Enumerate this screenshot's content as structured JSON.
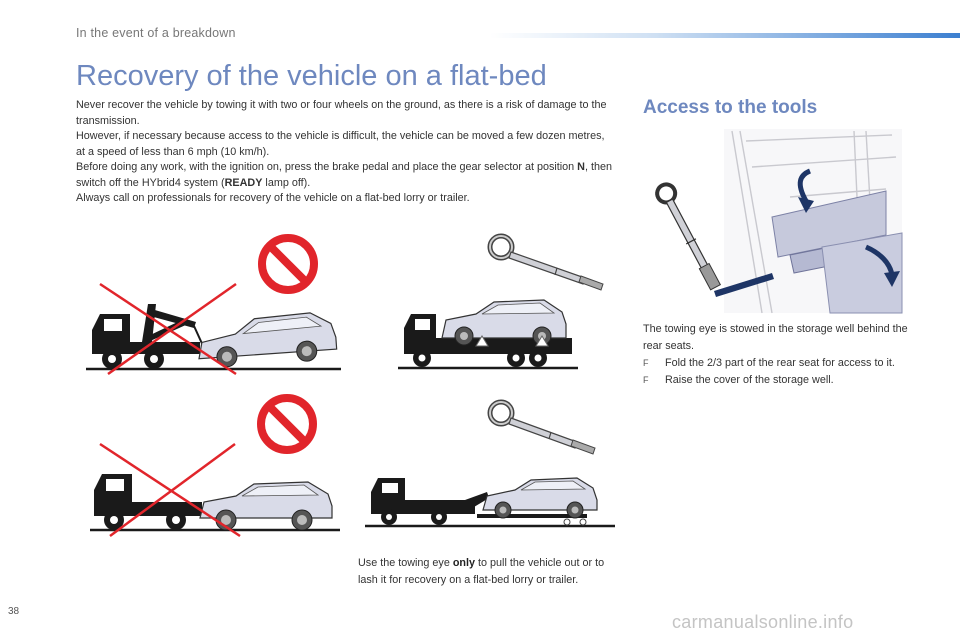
{
  "header": {
    "section": "In the event of a breakdown"
  },
  "title": "Recovery of the vehicle on a flat-bed",
  "intro": {
    "p1": "Never recover the vehicle by towing it with two or four wheels on the ground, as there is a risk of damage to the transmission.",
    "p2": "However, if necessary because access to the vehicle is difficult, the vehicle can be moved a few dozen metres, at a speed of less than 6 mph (10 km/h).",
    "p3_before": "Before doing any work, with the ignition on, press the brake pedal and place the gear selector at position ",
    "p3_gear": "N",
    "p3_middle": ", then switch off the HYbrid4 system (",
    "p3_ready": "READY",
    "p3_after": " lamp off).",
    "p4": "Always call on professionals for recovery of the vehicle on a flat-bed lorry or trailer."
  },
  "caption": {
    "before": "Use the towing eye ",
    "bold": "only",
    "after": " to pull the vehicle out or to lash it for recovery on a flat-bed lorry or trailer."
  },
  "tools": {
    "heading": "Access to the tools",
    "intro": "The towing eye is stowed in the storage well behind the rear seats.",
    "bullet_mark": "F",
    "bullets": [
      "Fold the 2/3 part of the rear seat for access to it.",
      "Raise the cover of the storage well."
    ]
  },
  "page_number": "38",
  "watermark": "carmanualsonline.info",
  "colors": {
    "accent": "#6e88bf",
    "prohibit_red": "#e1252b",
    "car_fill": "#d9dbe8",
    "truck": "#1a1a1a"
  },
  "icons": [
    "prohibited-sign-icon",
    "towing-eye-icon",
    "curved-arrow-icon",
    "warning-triangle-icon"
  ]
}
